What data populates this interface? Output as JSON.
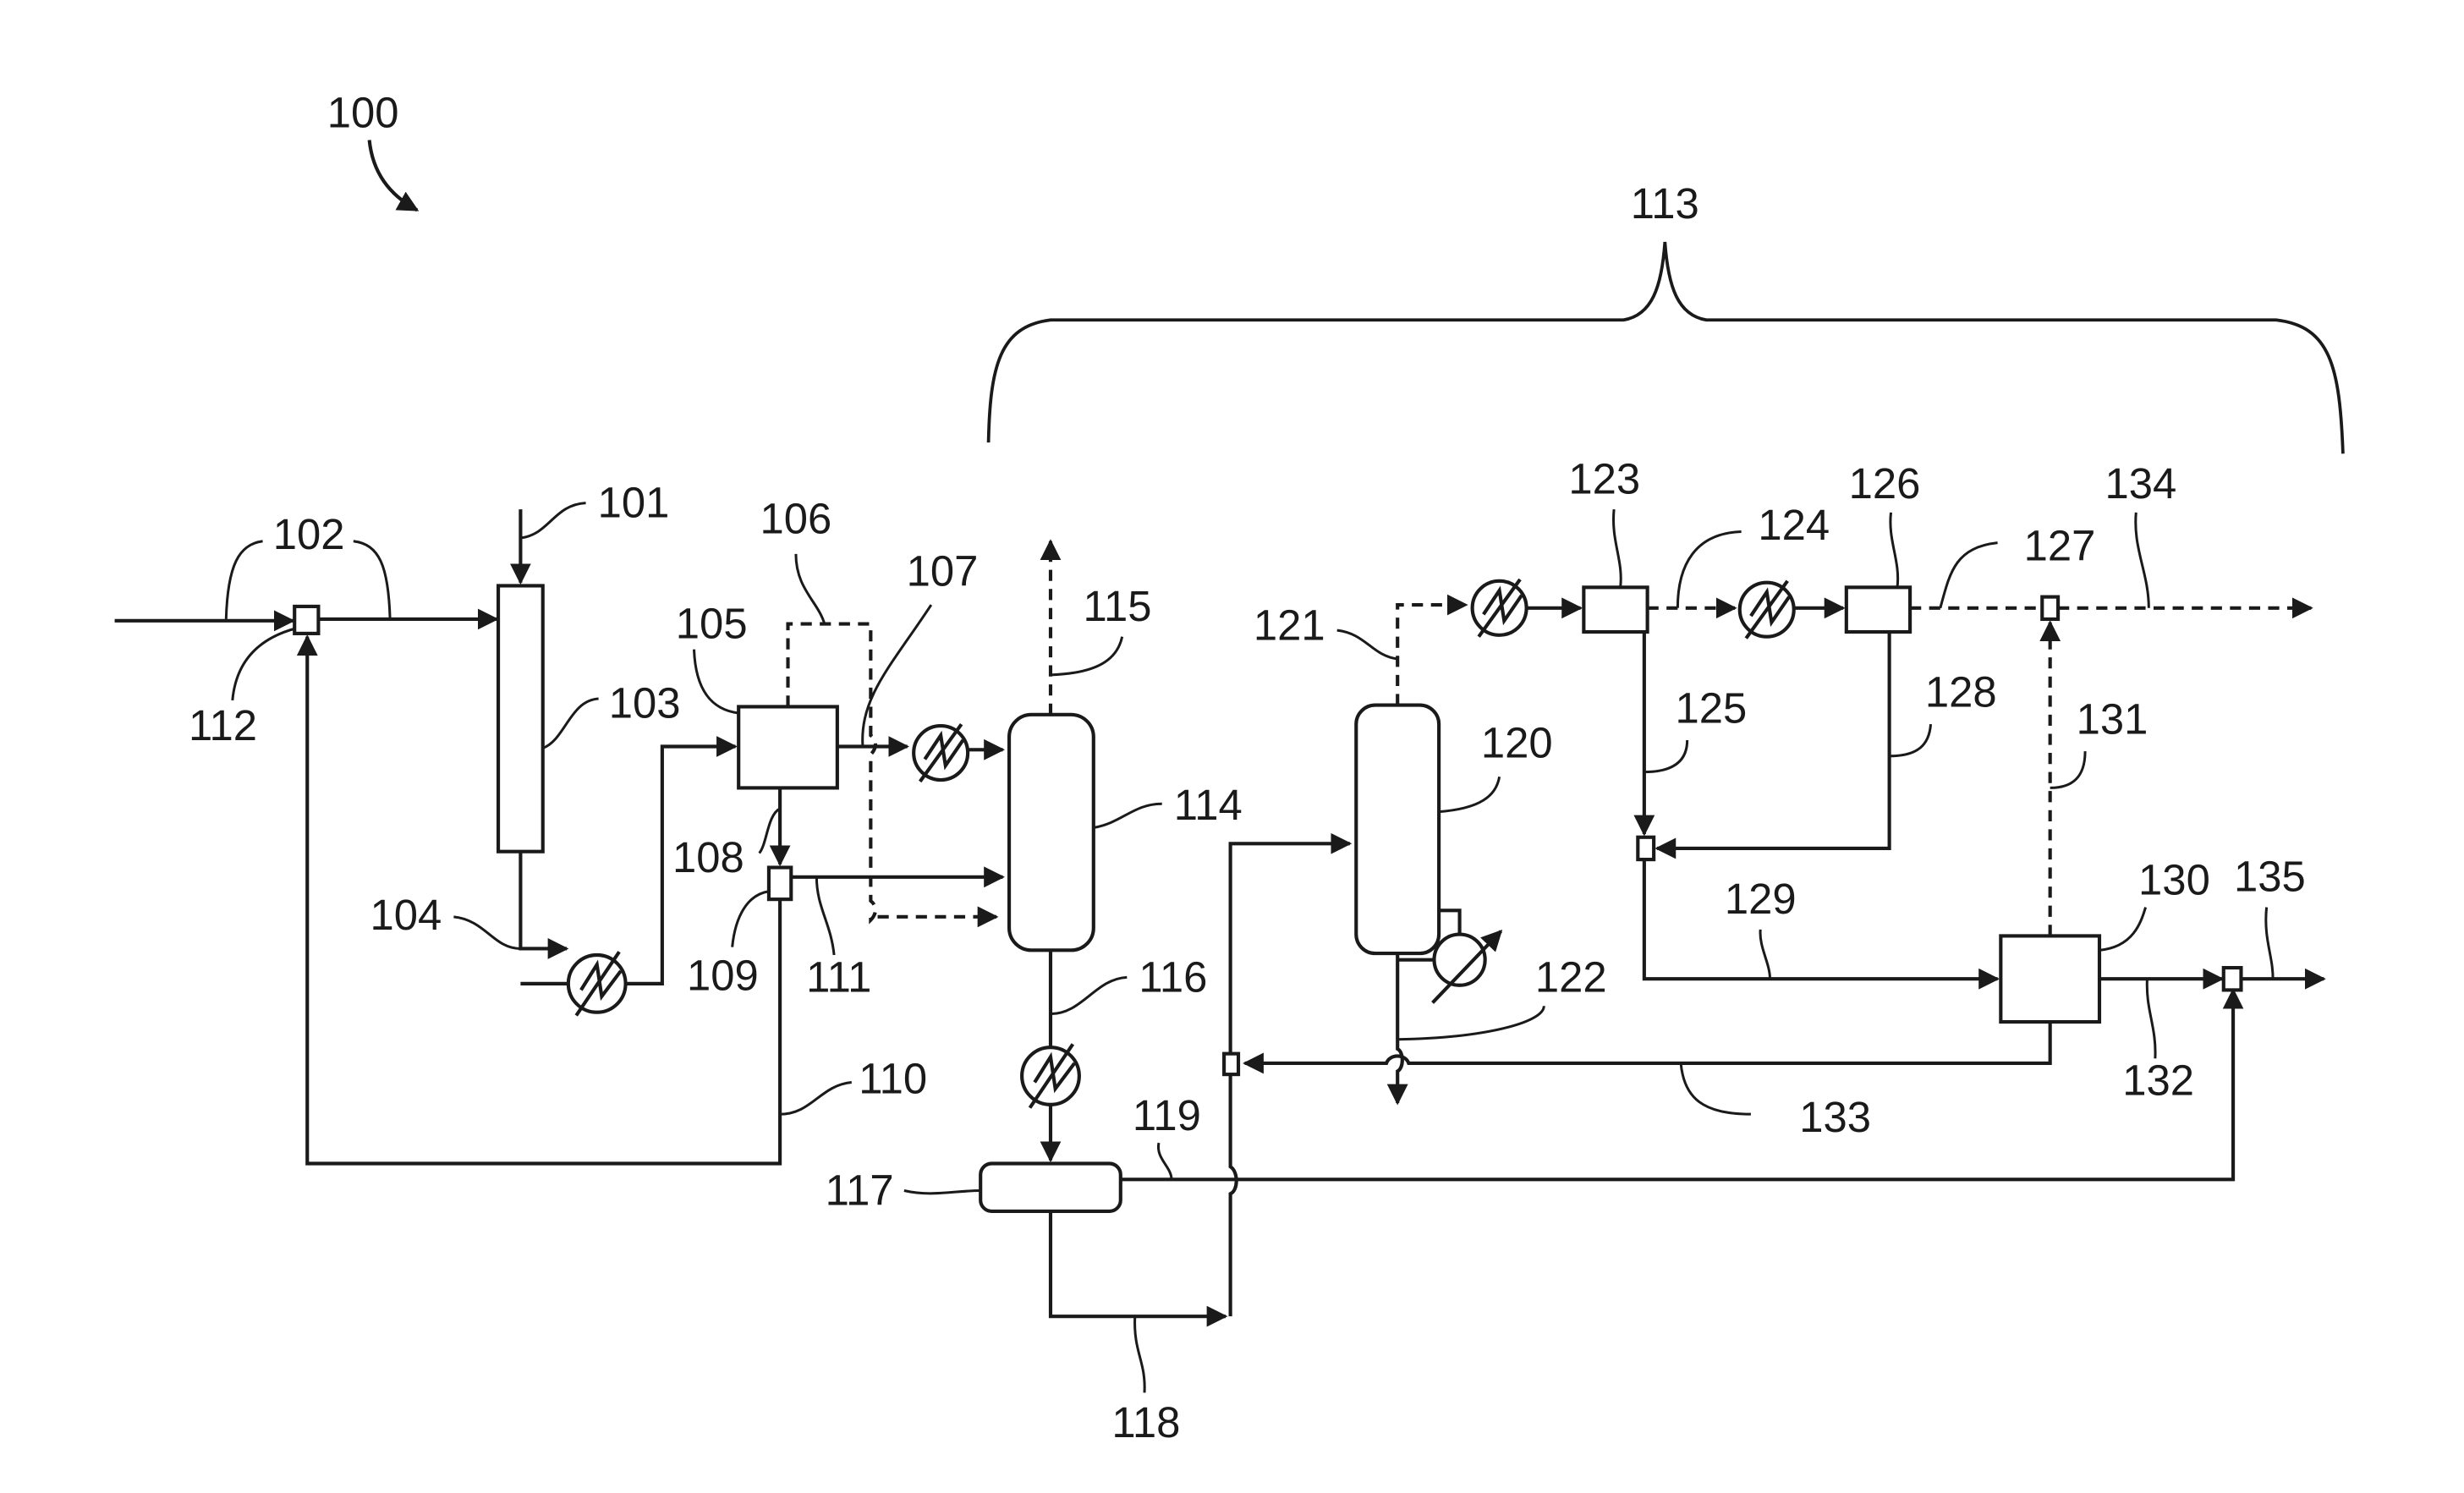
{
  "figure": {
    "title_ref": "100",
    "group_ref": "113",
    "colors": {
      "line": "#1a1a1a",
      "background": "#ffffff"
    }
  },
  "labels": {
    "l100": "100",
    "l101": "101",
    "l102": "102",
    "l103": "103",
    "l104": "104",
    "l105": "105",
    "l106": "106",
    "l107": "107",
    "l108": "108",
    "l109": "109",
    "l110": "110",
    "l111": "111",
    "l112": "112",
    "l113": "113",
    "l114": "114",
    "l115": "115",
    "l116": "116",
    "l117": "117",
    "l118": "118",
    "l119": "119",
    "l120": "120",
    "l121": "121",
    "l122": "122",
    "l123": "123",
    "l124": "124",
    "l125": "125",
    "l126": "126",
    "l127": "127",
    "l128": "128",
    "l129": "129",
    "l130": "130",
    "l131": "131",
    "l132": "132",
    "l133": "133",
    "l134": "134",
    "l135": "135"
  },
  "components": [
    {
      "ref": "103",
      "type": "column"
    },
    {
      "ref": "105",
      "type": "separator-box"
    },
    {
      "ref": "109",
      "type": "splitter"
    },
    {
      "ref": "112",
      "type": "mixer"
    },
    {
      "ref": "114",
      "type": "vessel"
    },
    {
      "ref": "117",
      "type": "horizontal-drum"
    },
    {
      "ref": "120",
      "type": "column-with-reboiler"
    },
    {
      "ref": "123",
      "type": "separator-box"
    },
    {
      "ref": "126",
      "type": "separator-box"
    },
    {
      "ref": "130",
      "type": "separator-box"
    }
  ],
  "streams": {
    "solid": [
      "101",
      "102",
      "104",
      "107",
      "108",
      "110",
      "111",
      "116",
      "118",
      "119",
      "122",
      "125",
      "128",
      "129",
      "132",
      "133",
      "135"
    ],
    "dashed": [
      "106",
      "115",
      "121",
      "124",
      "127",
      "131",
      "134"
    ]
  }
}
